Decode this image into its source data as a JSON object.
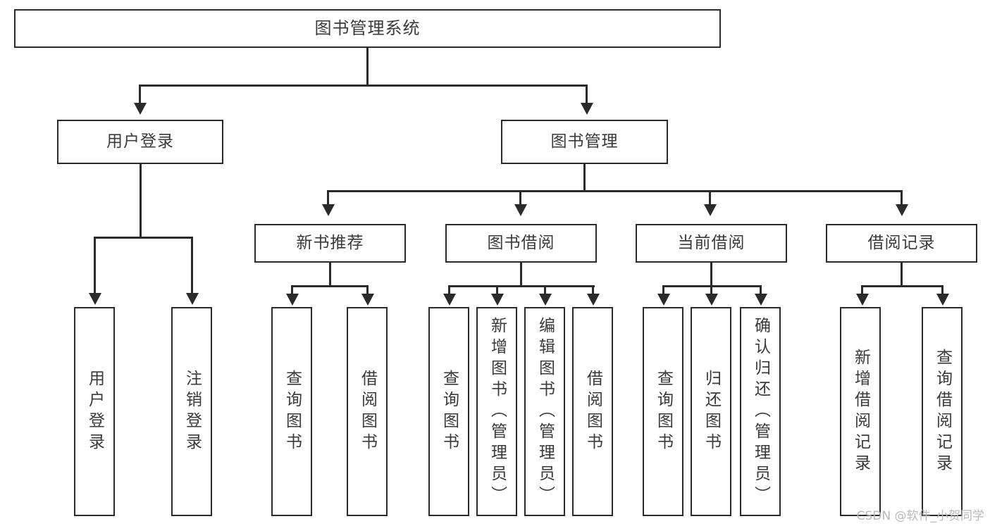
{
  "diagram": {
    "type": "tree",
    "title": "图书管理系统",
    "watermark": "CSDN @软件_小贺同学",
    "colors": {
      "stroke": "#2b2b2b",
      "text": "#3a3a3a",
      "background": "#ffffff",
      "watermark": "#b9b9b9"
    },
    "root": {
      "label": "图书管理系统"
    },
    "level2": [
      {
        "id": "user-login",
        "label": "用户登录"
      },
      {
        "id": "book-manage",
        "label": "图书管理"
      }
    ],
    "level3": [
      {
        "id": "new-book-recommend",
        "label": "新书推荐",
        "parent": "book-manage"
      },
      {
        "id": "book-borrow",
        "label": "图书借阅",
        "parent": "book-manage"
      },
      {
        "id": "current-borrow",
        "label": "当前借阅",
        "parent": "book-manage"
      },
      {
        "id": "borrow-record",
        "label": "借阅记录",
        "parent": "book-manage"
      }
    ],
    "leaves": {
      "user-login": [
        {
          "id": "leaf-user-login",
          "label": "用户登录"
        },
        {
          "id": "leaf-logout-login",
          "label": "注销登录"
        }
      ],
      "new-book-recommend": [
        {
          "id": "leaf-query-book-1",
          "label": "查询图书"
        },
        {
          "id": "leaf-borrow-book-1",
          "label": "借阅图书"
        }
      ],
      "book-borrow": [
        {
          "id": "leaf-query-book-2",
          "label": "查询图书"
        },
        {
          "id": "leaf-add-book",
          "label": "新增图书（管理员）"
        },
        {
          "id": "leaf-edit-book",
          "label": "编辑图书（管理员）"
        },
        {
          "id": "leaf-borrow-book-2",
          "label": "借阅图书"
        }
      ],
      "current-borrow": [
        {
          "id": "leaf-query-book-3",
          "label": "查询图书"
        },
        {
          "id": "leaf-return-book",
          "label": "归还图书"
        },
        {
          "id": "leaf-confirm-return",
          "label": "确认归还（管理员）"
        }
      ],
      "borrow-record": [
        {
          "id": "leaf-add-record",
          "label": "新增借阅记录"
        },
        {
          "id": "leaf-query-record",
          "label": "查询借阅记录"
        }
      ]
    }
  }
}
